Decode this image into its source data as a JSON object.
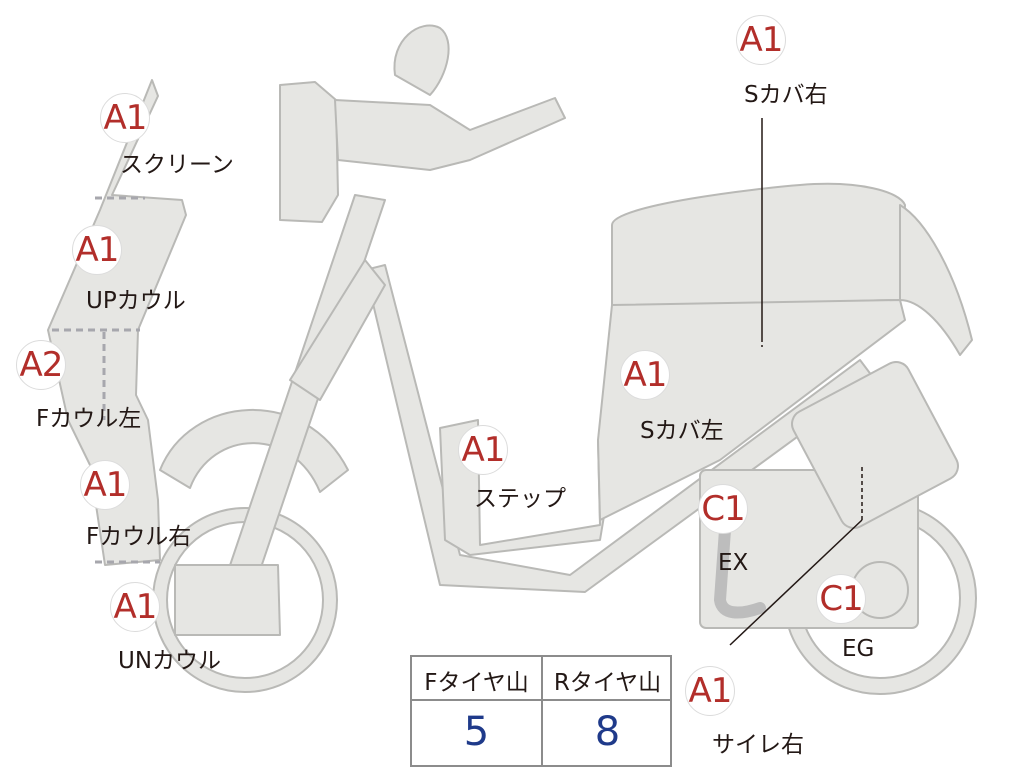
{
  "colors": {
    "body_fill": "#e6e6e3",
    "body_stroke": "#b9b9b6",
    "grade_text": "#b22e2a",
    "label_text": "#231815",
    "tire_value_text": "#1f3a8a"
  },
  "parts": [
    {
      "id": "screen",
      "grade": "A1",
      "label": "スクリーン"
    },
    {
      "id": "up-cowl",
      "grade": "A1",
      "label": "UPカウル"
    },
    {
      "id": "f-cowl-l",
      "grade": "A2",
      "label": "Fカウル左"
    },
    {
      "id": "f-cowl-r",
      "grade": "A1",
      "label": "Fカウル右"
    },
    {
      "id": "un-cowl",
      "grade": "A1",
      "label": "UNカウル"
    },
    {
      "id": "step",
      "grade": "A1",
      "label": "ステップ"
    },
    {
      "id": "s-cover-l",
      "grade": "A1",
      "label": "Sカバ左"
    },
    {
      "id": "s-cover-r",
      "grade": "A1",
      "label": "Sカバ右"
    },
    {
      "id": "ex",
      "grade": "C1",
      "label": "EX"
    },
    {
      "id": "eg",
      "grade": "C1",
      "label": "EG"
    },
    {
      "id": "muffler-r",
      "grade": "A1",
      "label": "サイレ右"
    }
  ],
  "tire_table": {
    "front": {
      "header": "Fタイヤ山",
      "value": "5"
    },
    "rear": {
      "header": "Rタイヤ山",
      "value": "8"
    }
  }
}
